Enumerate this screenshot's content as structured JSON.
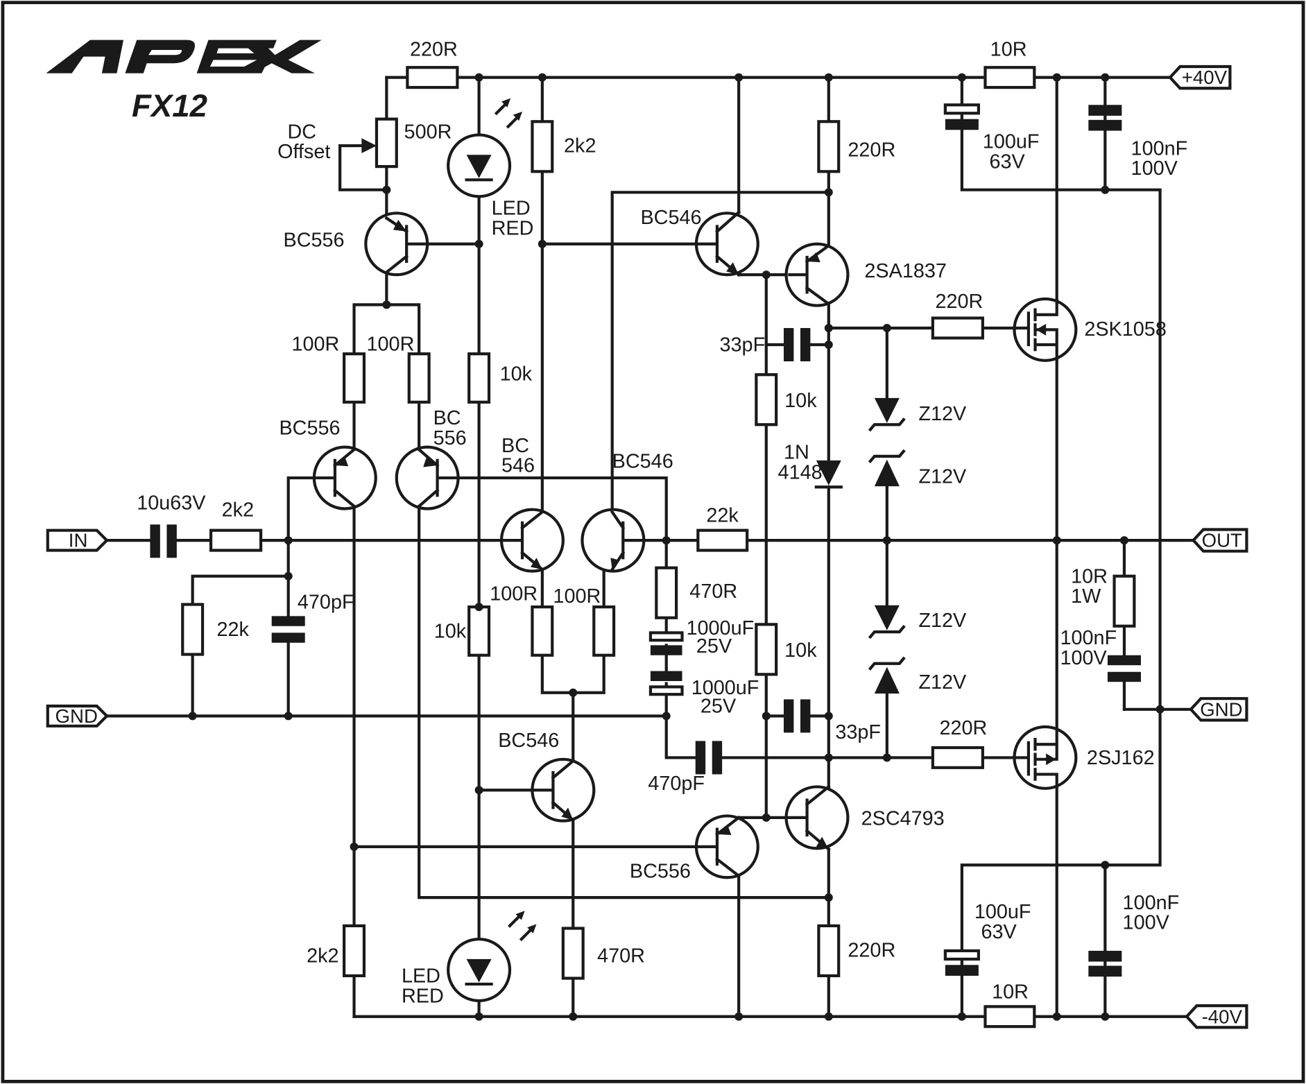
{
  "brand": {
    "logo": "APEX",
    "model": "FX12"
  },
  "ports": {
    "in": "IN",
    "out": "OUT",
    "gnd_left": "GND",
    "gnd_right": "GND",
    "vpos": "+40V",
    "vneg": "-40V"
  },
  "labels": {
    "r_dc_top": "220R",
    "pot_dc": "500R",
    "pot_dc_title_1": "DC",
    "pot_dc_title_2": "Offset",
    "led_top_1": "LED",
    "led_top_2": "RED",
    "r_2k2_top": "2k2",
    "r_220_vas": "220R",
    "r_10r_top": "10R",
    "c_100u_top_1": "100uF",
    "c_100u_top_2": "63V",
    "c_100n_top_1": "100nF",
    "c_100n_top_2": "100V",
    "q_ccs_top": "BC556",
    "q_vas_top": "BC546",
    "q_2sa1837": "2SA1837",
    "r_100r_a": "100R",
    "r_100r_b": "100R",
    "r_10k_left_top": "10k",
    "r_220_gate_top": "220R",
    "q_2sk1058": "2SK1058",
    "c_33p_top": "33pF",
    "r_10k_mid_top": "10k",
    "z1": "Z12V",
    "z2": "Z12V",
    "z3": "Z12V",
    "z4": "Z12V",
    "diode_1": "1N",
    "diode_2": "4148",
    "q_diff_p1": "BC556",
    "q_diff_p2_1": "BC",
    "q_diff_p2_2": "556",
    "q_diff_n1_1": "BC",
    "q_diff_n1_2": "546",
    "q_diff_n2": "BC546",
    "c_in": "10u63V",
    "r_in": "2k2",
    "r_fb": "22k",
    "r_in_shunt": "22k",
    "c_in_shunt": "470pF",
    "r_10k_left_bot": "10k",
    "r_100r_c": "100R",
    "r_100r_d": "100R",
    "r_470_fb": "470R",
    "c_1000u_a_1": "1000uF",
    "c_1000u_a_2": "25V",
    "c_1000u_b_1": "1000uF",
    "c_1000u_b_2": "25V",
    "r_10k_mid_bot": "10k",
    "r_zobel_1": "10R",
    "r_zobel_2": "1W",
    "c_zobel_1": "100nF",
    "c_zobel_2": "100V",
    "c_33p_bot": "33pF",
    "r_220_gate_bot": "220R",
    "q_2sj162": "2SJ162",
    "q_ccs_bot_n": "BC546",
    "c_470p_comp": "470pF",
    "q_2sc4793": "2SC4793",
    "q_vas_bot": "BC556",
    "c_100u_bot_1": "100uF",
    "c_100u_bot_2": "63V",
    "c_100n_bot_1": "100nF",
    "c_100n_bot_2": "100V",
    "r_2k2_bot": "2k2",
    "led_bot_1": "LED",
    "led_bot_2": "RED",
    "r_470_bot": "470R",
    "r_220_bot": "220R",
    "r_10r_bot": "10R"
  }
}
